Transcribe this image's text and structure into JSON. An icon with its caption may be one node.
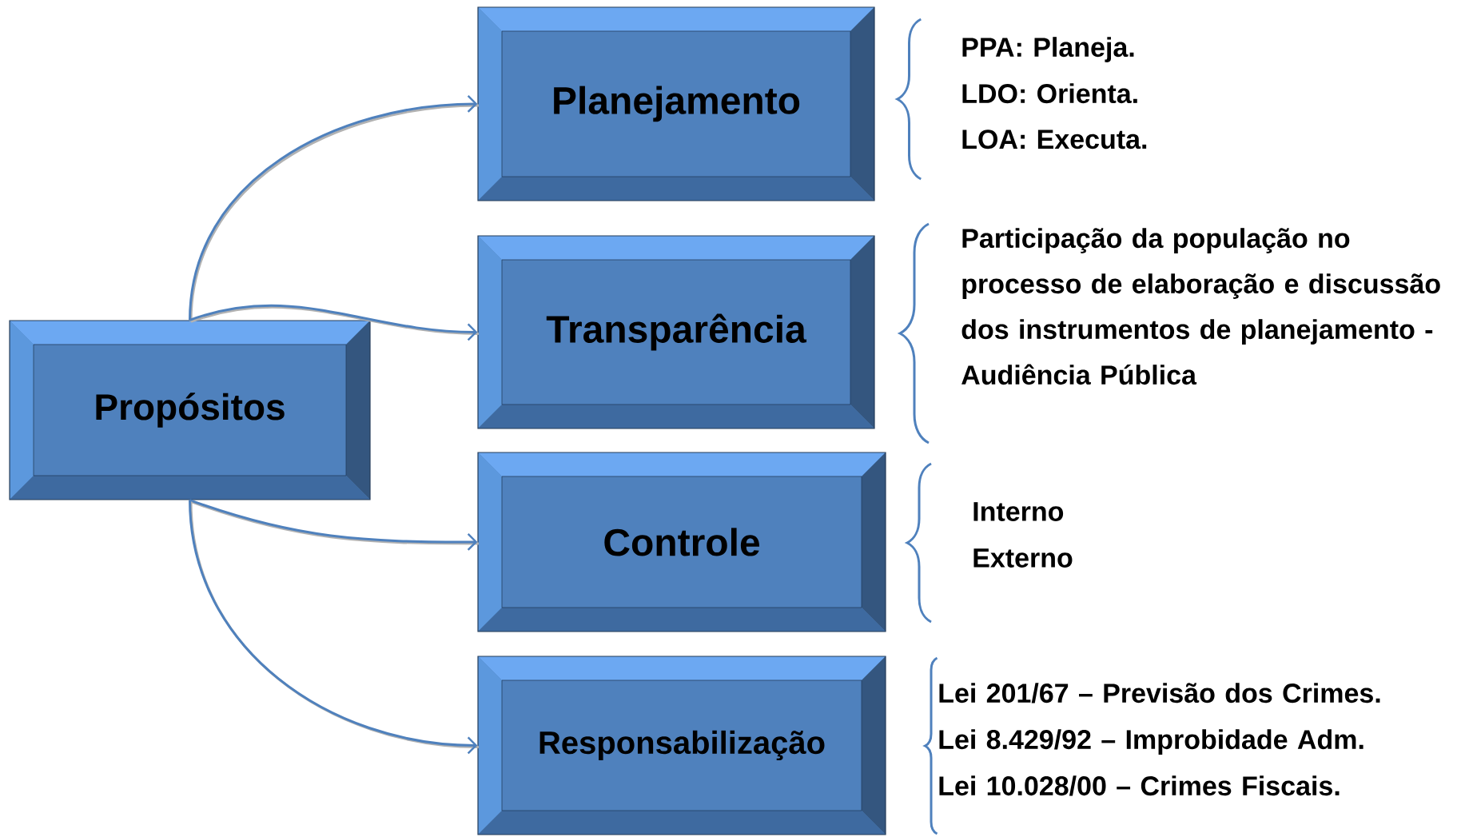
{
  "diagram": {
    "nodes": [
      {
        "text": [
          "Propósitos"
        ]
      },
      {
        "text": [
          "Planejamento"
        ],
        "beside": [
          "PPA:  Planeja.",
          "LDO: Orienta.",
          "LOA: Executa."
        ]
      },
      {
        "text": [
          "Transparência"
        ],
        "beside": [
          "Participação da população no processo de elaboração e discussão dos instrumentos de planejamento -  Audiência Pública"
        ]
      },
      {
        "text": [
          "Controle"
        ],
        "beside": [
          "Interno",
          "Externo"
        ]
      },
      {
        "text": [
          "Responsabilização"
        ],
        "beside": [
          "Lei 201/67 – Previsão dos Crimes.",
          "Lei 8.429/92 – Improbidade Adm.",
          "Lei 10.028/00 – Crimes Fiscais."
        ]
      }
    ],
    "edges": [
      {
        "from": 0,
        "to": 1,
        "arrow": "to"
      },
      {
        "from": 0,
        "to": 2,
        "arrow": "to"
      },
      {
        "from": 0,
        "to": 3,
        "arrow": "to"
      },
      {
        "from": 0,
        "to": 4,
        "arrow": "to"
      }
    ]
  }
}
